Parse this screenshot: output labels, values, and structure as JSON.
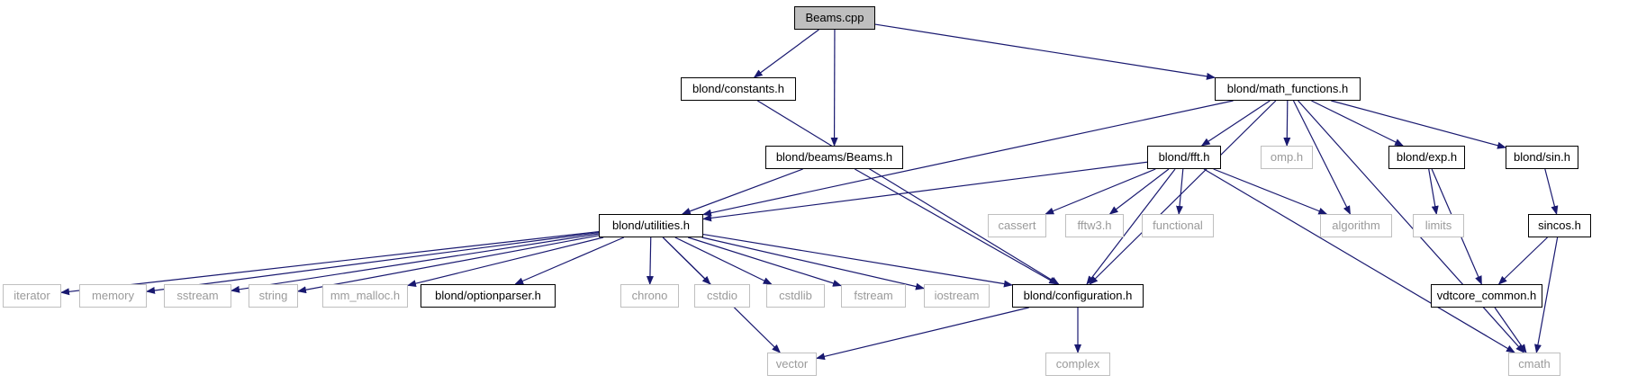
{
  "colors": {
    "edge": "#191970",
    "local_border": "#000000",
    "system_border": "#bfbfbf",
    "system_text": "#9a9a9a",
    "root_fill": "#bfbfbf"
  },
  "nodes": [
    {
      "id": "beams_cpp",
      "label": "Beams.cpp",
      "kind": "root"
    },
    {
      "id": "constants",
      "label": "blond/constants.h",
      "kind": "local"
    },
    {
      "id": "math_functions",
      "label": "blond/math_functions.h",
      "kind": "local"
    },
    {
      "id": "beams_h",
      "label": "blond/beams/Beams.h",
      "kind": "local"
    },
    {
      "id": "fft",
      "label": "blond/fft.h",
      "kind": "local"
    },
    {
      "id": "omp",
      "label": "omp.h",
      "kind": "system"
    },
    {
      "id": "exp",
      "label": "blond/exp.h",
      "kind": "local"
    },
    {
      "id": "sin",
      "label": "blond/sin.h",
      "kind": "local"
    },
    {
      "id": "utilities",
      "label": "blond/utilities.h",
      "kind": "local"
    },
    {
      "id": "cassert",
      "label": "cassert",
      "kind": "system"
    },
    {
      "id": "fftw3",
      "label": "fftw3.h",
      "kind": "system"
    },
    {
      "id": "functional",
      "label": "functional",
      "kind": "system"
    },
    {
      "id": "algorithm",
      "label": "algorithm",
      "kind": "system"
    },
    {
      "id": "limits",
      "label": "limits",
      "kind": "system"
    },
    {
      "id": "sincos",
      "label": "sincos.h",
      "kind": "local"
    },
    {
      "id": "iterator",
      "label": "iterator",
      "kind": "system"
    },
    {
      "id": "memory",
      "label": "memory",
      "kind": "system"
    },
    {
      "id": "sstream",
      "label": "sstream",
      "kind": "system"
    },
    {
      "id": "string",
      "label": "string",
      "kind": "system"
    },
    {
      "id": "mm_malloc",
      "label": "mm_malloc.h",
      "kind": "system"
    },
    {
      "id": "optionparser",
      "label": "blond/optionparser.h",
      "kind": "local"
    },
    {
      "id": "chrono",
      "label": "chrono",
      "kind": "system"
    },
    {
      "id": "cstdio",
      "label": "cstdio",
      "kind": "system"
    },
    {
      "id": "cstdlib",
      "label": "cstdlib",
      "kind": "system"
    },
    {
      "id": "fstream",
      "label": "fstream",
      "kind": "system"
    },
    {
      "id": "iostream",
      "label": "iostream",
      "kind": "system"
    },
    {
      "id": "configuration",
      "label": "blond/configuration.h",
      "kind": "local"
    },
    {
      "id": "vdtcore_common",
      "label": "vdtcore_common.h",
      "kind": "local"
    },
    {
      "id": "vector",
      "label": "vector",
      "kind": "system"
    },
    {
      "id": "complex",
      "label": "complex",
      "kind": "system"
    },
    {
      "id": "cmath",
      "label": "cmath",
      "kind": "system"
    }
  ],
  "edges": [
    {
      "from": "beams_cpp",
      "to": "constants"
    },
    {
      "from": "beams_cpp",
      "to": "beams_h"
    },
    {
      "from": "beams_cpp",
      "to": "math_functions"
    },
    {
      "from": "constants",
      "to": "configuration"
    },
    {
      "from": "beams_h",
      "to": "utilities"
    },
    {
      "from": "beams_h",
      "to": "configuration"
    },
    {
      "from": "math_functions",
      "to": "utilities"
    },
    {
      "from": "math_functions",
      "to": "configuration"
    },
    {
      "from": "math_functions",
      "to": "fft"
    },
    {
      "from": "math_functions",
      "to": "omp"
    },
    {
      "from": "math_functions",
      "to": "algorithm"
    },
    {
      "from": "math_functions",
      "to": "exp"
    },
    {
      "from": "math_functions",
      "to": "sin"
    },
    {
      "from": "math_functions",
      "to": "cmath"
    },
    {
      "from": "fft",
      "to": "utilities"
    },
    {
      "from": "fft",
      "to": "cassert"
    },
    {
      "from": "fft",
      "to": "fftw3"
    },
    {
      "from": "fft",
      "to": "functional"
    },
    {
      "from": "fft",
      "to": "algorithm"
    },
    {
      "from": "fft",
      "to": "configuration"
    },
    {
      "from": "fft",
      "to": "cmath"
    },
    {
      "from": "exp",
      "to": "limits"
    },
    {
      "from": "exp",
      "to": "vdtcore_common"
    },
    {
      "from": "sin",
      "to": "sincos"
    },
    {
      "from": "sincos",
      "to": "vdtcore_common"
    },
    {
      "from": "sincos",
      "to": "cmath"
    },
    {
      "from": "vdtcore_common",
      "to": "cmath"
    },
    {
      "from": "utilities",
      "to": "iterator"
    },
    {
      "from": "utilities",
      "to": "memory"
    },
    {
      "from": "utilities",
      "to": "sstream"
    },
    {
      "from": "utilities",
      "to": "string"
    },
    {
      "from": "utilities",
      "to": "mm_malloc"
    },
    {
      "from": "utilities",
      "to": "optionparser"
    },
    {
      "from": "utilities",
      "to": "chrono"
    },
    {
      "from": "utilities",
      "to": "cstdio"
    },
    {
      "from": "utilities",
      "to": "cstdlib"
    },
    {
      "from": "utilities",
      "to": "fstream"
    },
    {
      "from": "utilities",
      "to": "iostream"
    },
    {
      "from": "utilities",
      "to": "configuration"
    },
    {
      "from": "utilities",
      "to": "vector"
    },
    {
      "from": "configuration",
      "to": "vector"
    },
    {
      "from": "configuration",
      "to": "complex"
    }
  ]
}
